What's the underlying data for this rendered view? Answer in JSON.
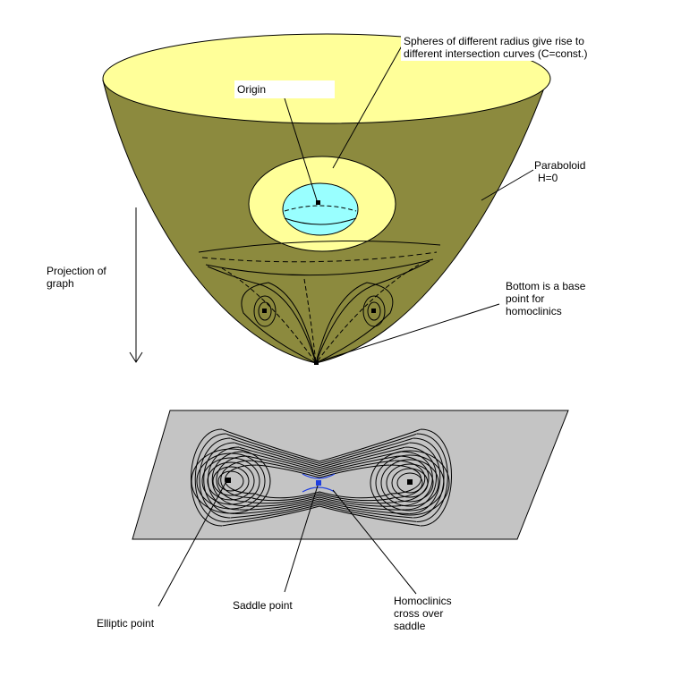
{
  "labels": {
    "spheres_line1": "Spheres of different radius give rise to",
    "spheres_line2": "different intersection curves  (C=const.)",
    "origin": "Origin",
    "paraboloid_line1": "Paraboloid",
    "paraboloid_line2": "H=0",
    "projection_line1": "Projection of",
    "projection_line2": "graph",
    "bottom_line1": "Bottom is a base",
    "bottom_line2": "point for",
    "bottom_line3": "homoclinics",
    "elliptic": "Elliptic point",
    "saddle": "Saddle point",
    "homoclinics_line1": "Homoclinics",
    "homoclinics_line2": "cross over",
    "homoclinics_line3": "saddle"
  },
  "colors": {
    "cone_fill": "#8c8a3e",
    "rim_fill": "#ffff99",
    "sphere_fill": "#99ffff",
    "plane_fill": "#c4c4c4",
    "inner_fill": "#ffffff",
    "saddle_cross": "#1f3fe0",
    "ink": "#000000"
  }
}
